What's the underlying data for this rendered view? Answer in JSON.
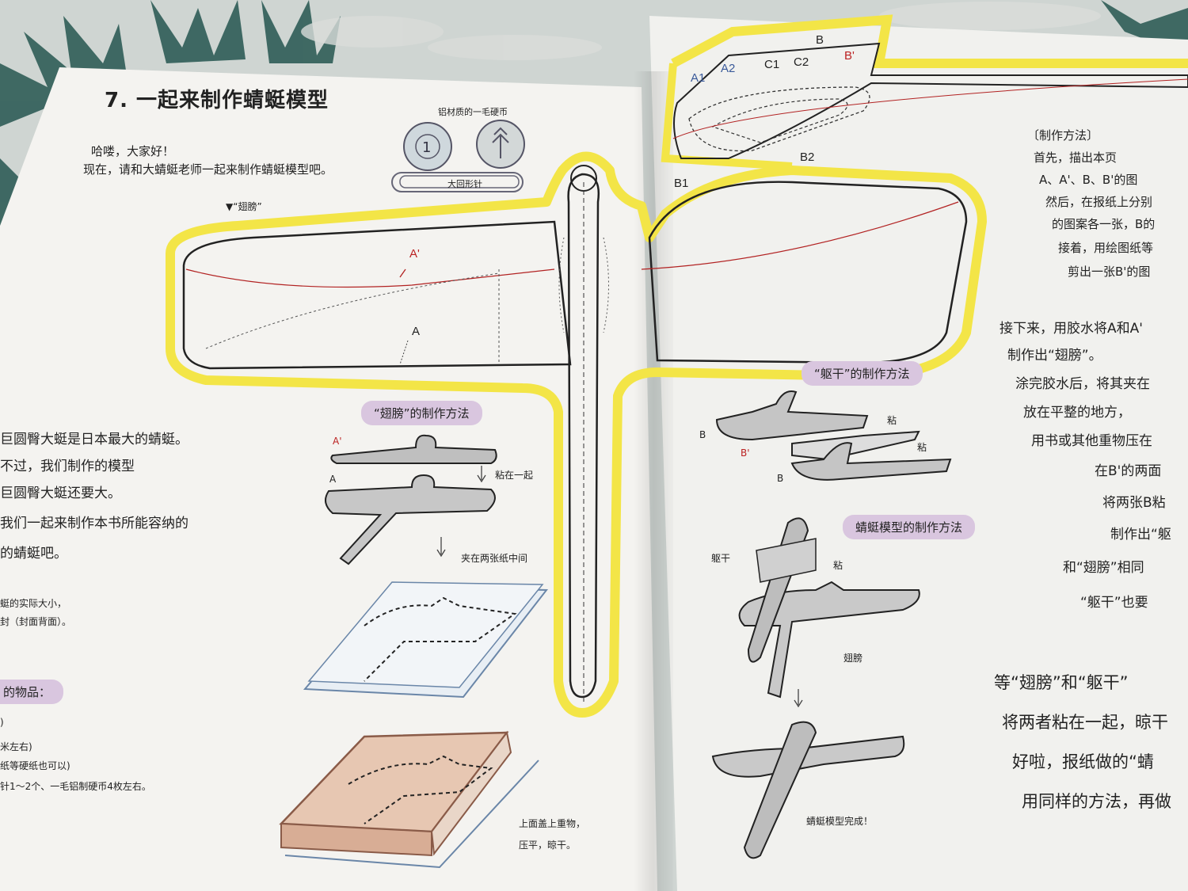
{
  "left_page": {
    "title": "7. 一起来制作蜻蜓模型",
    "greeting_1": "哈喽，大家好！",
    "greeting_2": "现在，请和大蜻蜓老师一起来制作蜻蜓模型吧。",
    "coin_caption": "铝材质的一毛硬币",
    "clip_label": "大回形针",
    "wing_marker": "▼“翅膀”",
    "label_a_prime": "A'",
    "label_a": "A",
    "pill_wing": "“翅膀”的制作方法",
    "step_a_prime": "A'",
    "step_a": "A",
    "step_glue": "粘在一起",
    "step_sandwich": "夹在两张纸中间",
    "step_press_1": "上面盖上重物，",
    "step_press_2": "压平，晾干。",
    "side_lines": [
      "巨圆臀大蜓是日本最大的蜻蜓。",
      "不过，我们制作的模型",
      "巨圆臀大蜓还要大。",
      "我们一起来制作本书所能容纳的",
      "的蜻蜓吧。"
    ],
    "side_note_1": "蜓的实际大小，",
    "side_note_2": "封（封面背面）。",
    "items_pill": "的物品：",
    "items": [
      ")",
      "米左右)",
      "纸等硬纸也可以)",
      "针1～2个、一毛铝制硬币4枚左右。"
    ]
  },
  "right_page": {
    "label_b": "B",
    "label_b_prime": "B'",
    "label_a1": "A1",
    "label_a2": "A2",
    "label_c1": "C1",
    "label_c2": "C2",
    "label_b1": "B1",
    "label_b2": "B2",
    "method_header": "〔制作方法〕",
    "method_lines": [
      "首先，描出本页",
      "A、A'、B、B'的图",
      "然后，在报纸上分别",
      "的图案各一张，B的",
      "接着，用绘图纸等",
      "剪出一张B'的图"
    ],
    "next_lines": [
      "接下来，用胶水将A和A'",
      "制作出“翅膀”。",
      "涂完胶水后，将其夹在",
      "放在平整的地方，",
      "用书或其他重物压在",
      "在B'的两面",
      "将两张B粘",
      "制作出“躯",
      "和“翅膀”相同",
      "“躯干”也要"
    ],
    "pill_body": "“躯干”的制作方法",
    "body_b1": "B",
    "body_b_prime": "B'",
    "body_b2": "B",
    "body_glue_1": "粘",
    "body_glue_2": "粘",
    "pill_model": "蜻蜓模型的制作方法",
    "model_trunk": "躯干",
    "model_glue": "粘",
    "model_wing": "翅膀",
    "model_done": "蜻蜓模型完成！",
    "final_lines": [
      "等“翅膀”和“躯干”",
      "将两者粘在一起，晾干",
      "好啦，报纸做的“蜻",
      "用同样的方法，再做"
    ]
  },
  "colors": {
    "highlight_yellow": "#f3e547",
    "pill_purple": "#d9c6df",
    "outline_red": "#b22222",
    "background_fabric": "#cfd5d2",
    "leaf_green": "#2f5d57"
  }
}
